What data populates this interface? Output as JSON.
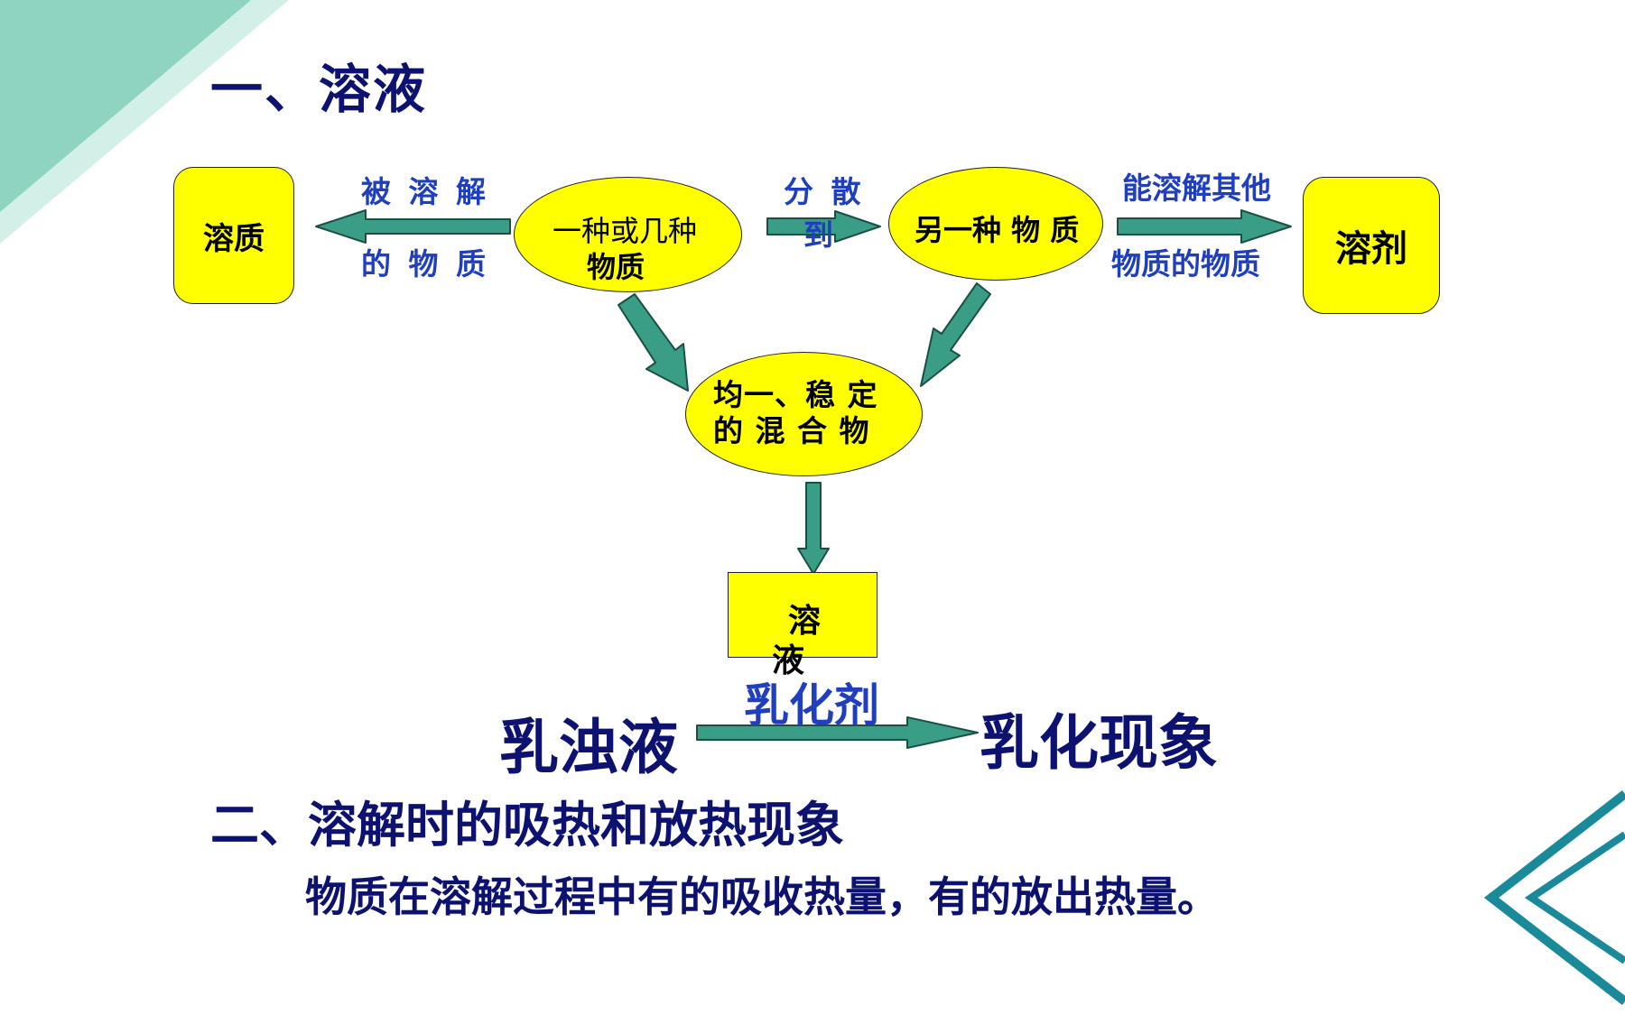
{
  "title1": "一、溶液",
  "title2": "二、溶解时的吸热和放热现象",
  "sentence": "物质在溶解过程中有的吸收热量，有的放出热量。",
  "nodes": {
    "solute": "溶质",
    "solvent": "溶剂",
    "one_or_more_line1": "一种或几种",
    "one_or_more_line2": "物质",
    "another": "另一种 物 质",
    "mixture_line1": "均一、稳 定",
    "mixture_line2": "的 混 合 物",
    "solution_line1": "溶",
    "solution_line2": "液"
  },
  "labels": {
    "dissolved_line1": "被 溶 解",
    "dissolved_line2": "的 物  质",
    "disperse_line1": "分 散",
    "disperse_line2": "到",
    "can_dissolve_line1": "能溶解其他",
    "can_dissolve_line2": "物质的物质",
    "emulsifier": "乳化剂"
  },
  "emulsion": "乳浊液",
  "emulsification": "乳化现象",
  "colors": {
    "node_fill": "#ffff00",
    "arrow_fill": "#3a9e87",
    "title_color": "#0d1270",
    "label_color": "#1f3fbf",
    "deco_teal": "#8fd3c1",
    "deco_light": "#d2efe8",
    "deco_chevron": "#1a8a9a"
  }
}
